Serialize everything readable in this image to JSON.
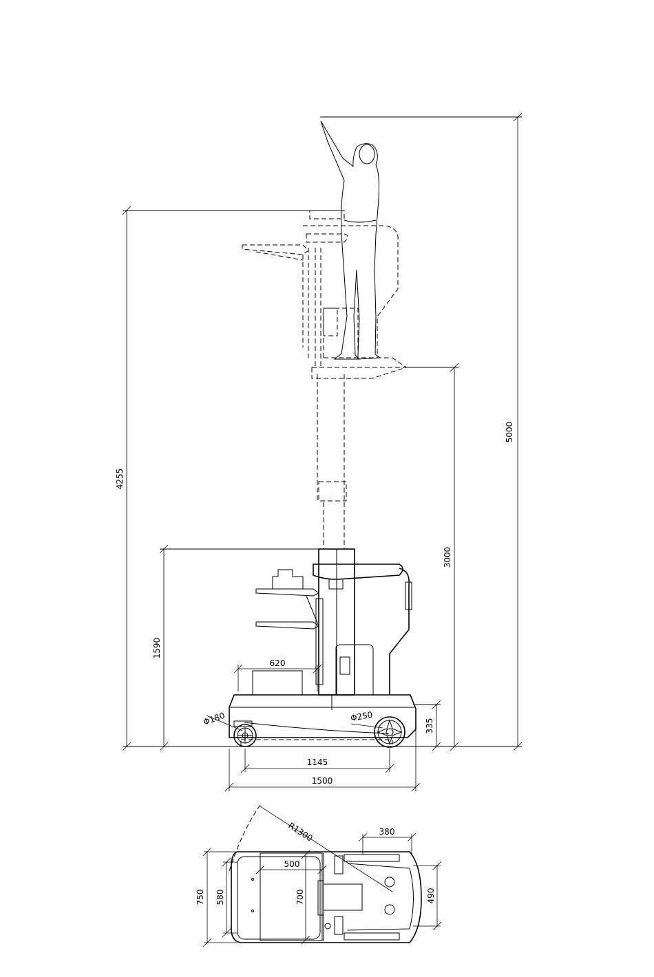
{
  "dimensions": {
    "total_reach_height": "5000",
    "max_platform_guard_height": "4255",
    "platform_height": "3000",
    "stowed_height": "1590",
    "tray_width": "620",
    "front_wheel_diameter": "Φ180",
    "rear_wheel_diameter": "Φ250",
    "ground_clearance_height": "335",
    "wheelbase": "1145",
    "overall_length": "1500",
    "turning_radius": "R1300",
    "top_view_rear_length": "380",
    "top_view_platform_length": "500",
    "top_view_platform_width": "700",
    "top_view_overall_width": "750",
    "top_view_inner_width": "580",
    "top_view_rear_width": "490"
  }
}
